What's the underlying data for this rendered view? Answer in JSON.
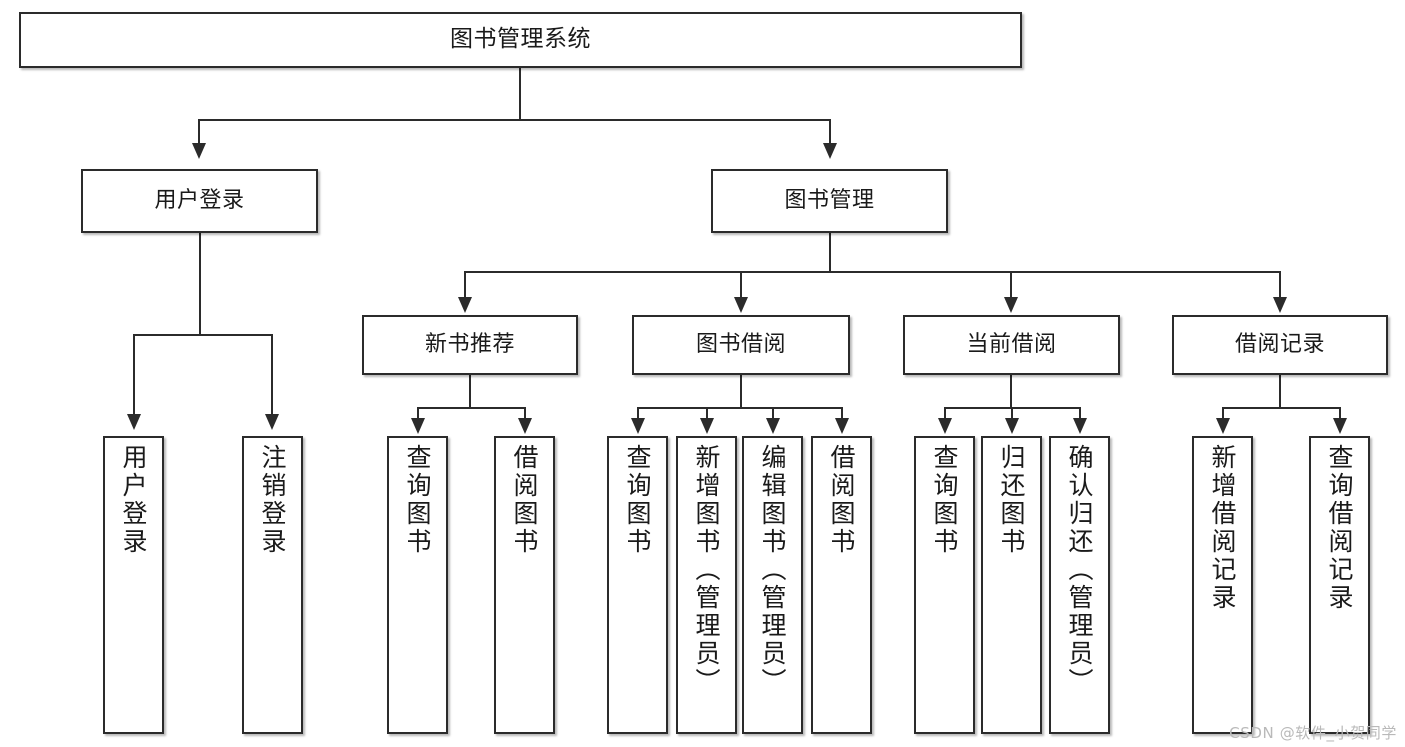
{
  "diagram": {
    "title": "图书管理系统",
    "type": "tree-hierarchy-diagram",
    "watermark": "CSDN @软件_小贺同学",
    "colors": {
      "stroke": "#2b2b2b",
      "fill": "#ffffff",
      "text": "#1a1a1a",
      "watermark": "#b9b9b9"
    },
    "nodes": {
      "root": {
        "label": "图书管理系统"
      },
      "level1": [
        {
          "id": "user-login",
          "label": "用户登录"
        },
        {
          "id": "book-manage",
          "label": "图书管理"
        }
      ],
      "level2": [
        {
          "id": "new-book-rec",
          "label": "新书推荐"
        },
        {
          "id": "book-borrow",
          "label": "图书借阅"
        },
        {
          "id": "current-borrow",
          "label": "当前借阅"
        },
        {
          "id": "borrow-record",
          "label": "借阅记录"
        }
      ],
      "leaves": {
        "user-login": [
          {
            "id": "leaf-user-login",
            "label": "用户登录"
          },
          {
            "id": "leaf-user-logout",
            "label": "注销登录"
          }
        ],
        "new-book-rec": [
          {
            "id": "leaf-query-book-1",
            "label": "查询图书"
          },
          {
            "id": "leaf-borrow-book-1",
            "label": "借阅图书"
          }
        ],
        "book-borrow": [
          {
            "id": "leaf-query-book-2",
            "label": "查询图书"
          },
          {
            "id": "leaf-add-book",
            "label": "新增图书（管理员）"
          },
          {
            "id": "leaf-edit-book",
            "label": "编辑图书（管理员）"
          },
          {
            "id": "leaf-borrow-book-2",
            "label": "借阅图书"
          }
        ],
        "current-borrow": [
          {
            "id": "leaf-query-book-3",
            "label": "查询图书"
          },
          {
            "id": "leaf-return-book",
            "label": "归还图书"
          },
          {
            "id": "leaf-confirm-return",
            "label": "确认归还（管理员）"
          }
        ],
        "borrow-record": [
          {
            "id": "leaf-add-record",
            "label": "新增借阅记录"
          },
          {
            "id": "leaf-query-record",
            "label": "查询借阅记录"
          }
        ]
      }
    }
  }
}
